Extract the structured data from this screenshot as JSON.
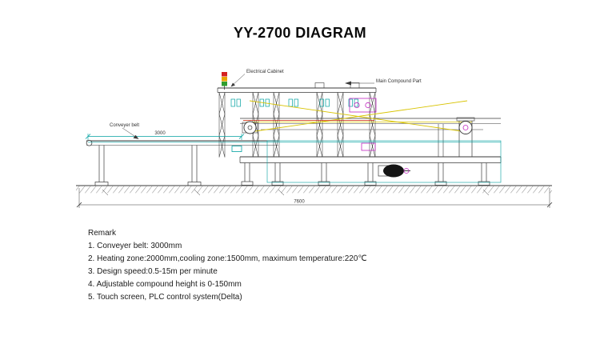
{
  "title": "YY-2700 DIAGRAM",
  "diagram": {
    "labels": {
      "electrical_cabinet": "Electrical Cabinet",
      "main_compound_part": "Main Compound Part",
      "conveyer_belt": "Conveyer belt"
    },
    "dimensions": {
      "belt_length": "3000",
      "total_length": "7600"
    },
    "colors": {
      "line": "#3a3a3a",
      "belt_accent": "#00a0a0",
      "tension_accent": "#d8c300",
      "compound_accent": "#c028c0",
      "alert_accent": "#cc2200",
      "signal_red": "#d42020",
      "signal_yellow": "#e8a400",
      "signal_green": "#2f9e2f"
    }
  },
  "remark": {
    "heading": "Remark",
    "items": [
      "1. Conveyer belt: 3000mm",
      "2. Heating zone:2000mm,cooling zone:1500mm, maximum temperature:220℃",
      "3. Design speed:0.5-15m per minute",
      "4. Adjustable compound height is 0-150mm",
      "5. Touch screen, PLC control system(Delta)"
    ]
  }
}
